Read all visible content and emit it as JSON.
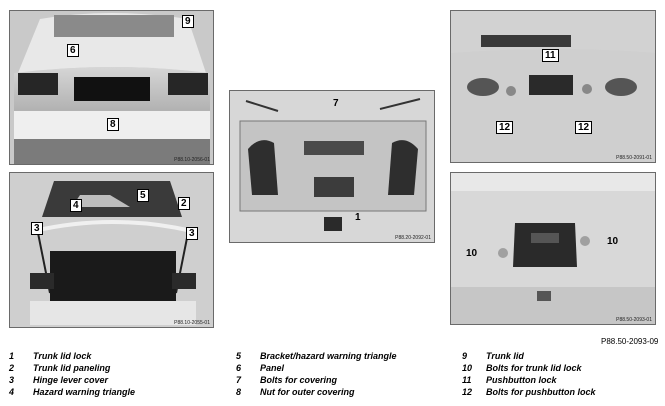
{
  "photos": {
    "trunk_exterior": {
      "code": "P88.10-2056-01",
      "callouts": {
        "panel": "6",
        "trunk_lid": "9",
        "nut": "8"
      }
    },
    "trunk_open": {
      "code": "P88.10-2055-01",
      "callouts": {
        "bracket": "5",
        "hazard_triangle": "4",
        "paneling": "2",
        "hinge_left": "3",
        "hinge_right": "3"
      }
    },
    "lid_inner": {
      "code": "P88.20-2092-01",
      "callouts": {
        "bolts": "7",
        "lock": "1"
      }
    },
    "lock_top": {
      "code": "P88.50-2091-01",
      "callouts": {
        "pushbutton": "11",
        "bolts_left": "12",
        "bolts_right": "12"
      }
    },
    "lock_bottom": {
      "code": "P88.50-2093-01",
      "callouts": {
        "bolt_left": "10",
        "bolt_right": "10"
      }
    }
  },
  "figure_reference": "P88.50-2093-09",
  "legend": [
    [
      {
        "num": "1",
        "text": "Trunk lid lock"
      },
      {
        "num": "2",
        "text": "Trunk lid paneling"
      },
      {
        "num": "3",
        "text": "Hinge lever cover"
      },
      {
        "num": "4",
        "text": "Hazard warning triangle"
      }
    ],
    [
      {
        "num": "5",
        "text": "Bracket/hazard warning triangle"
      },
      {
        "num": "6",
        "text": "Panel"
      },
      {
        "num": "7",
        "text": "Bolts for covering"
      },
      {
        "num": "8",
        "text": "Nut for outer covering"
      }
    ],
    [
      {
        "num": "9",
        "text": "Trunk lid"
      },
      {
        "num": "10",
        "text": "Bolts for trunk lid lock"
      },
      {
        "num": "11",
        "text": "Pushbutton lock"
      },
      {
        "num": "12",
        "text": "Bolts for pushbutton lock"
      }
    ]
  ]
}
